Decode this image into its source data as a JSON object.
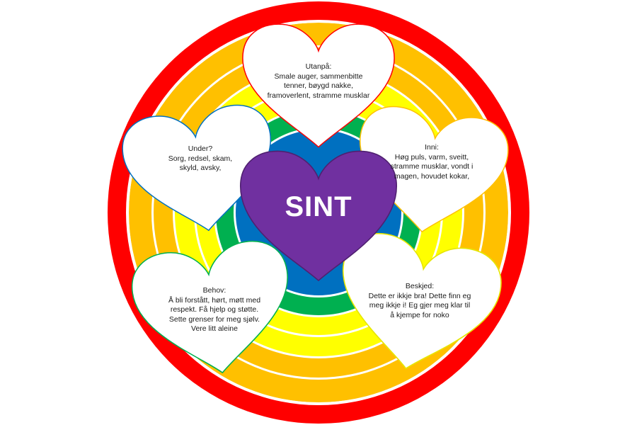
{
  "center": {
    "label": "SINT",
    "color": "#7030a0"
  },
  "rings": [
    "#ff0000",
    "#ffc000",
    "#ffff00",
    "#00b050",
    "#0070c0"
  ],
  "hearts": [
    {
      "id": "utanpa",
      "title": "Utanpå:",
      "text": "Smale auger, sammenbitte tenner, bøygd nakke, framoverlent, stramme musklar",
      "border": "#ff0000"
    },
    {
      "id": "under",
      "title": "Under?",
      "text": "Sorg, redsel, skam, skyld, avsky,",
      "border": "#0070c0"
    },
    {
      "id": "inni",
      "title": "Inni:",
      "text": "Høg puls, varm, sveitt, stramme musklar, vondt i magen, hovudet kokar,",
      "border": "#ffc000"
    },
    {
      "id": "behov",
      "title": "Behov:",
      "text": "Å bli forstått, hørt, møtt med respekt. Få hjelp og støtte. Sette grenser for meg sjølv. Vere litt aleine",
      "border": "#00b050"
    },
    {
      "id": "beskjed",
      "title": "Beskjed:",
      "text": "Dette er ikkje bra! Dette finn eg meg ikkje i! Eg gjer meg klar til å kjempe for noko",
      "border": "#ffff00"
    }
  ]
}
